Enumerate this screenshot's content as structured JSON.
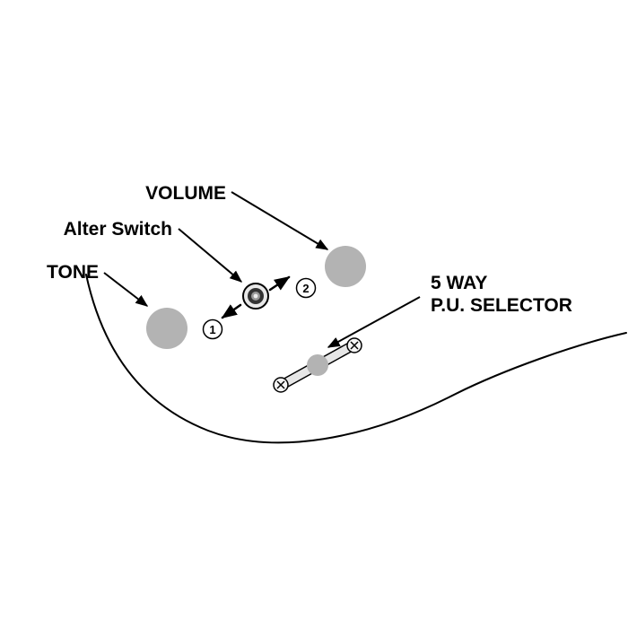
{
  "labels": {
    "volume": "VOLUME",
    "alter_switch": "Alter Switch",
    "tone": "TONE",
    "selector_line1": "5 WAY",
    "selector_line2": "P.U. SELECTOR"
  },
  "badges": {
    "one": "1",
    "two": "2"
  },
  "colors": {
    "knob_gray": "#b3b3b3",
    "outline_black": "#000000",
    "background_white": "#ffffff"
  }
}
